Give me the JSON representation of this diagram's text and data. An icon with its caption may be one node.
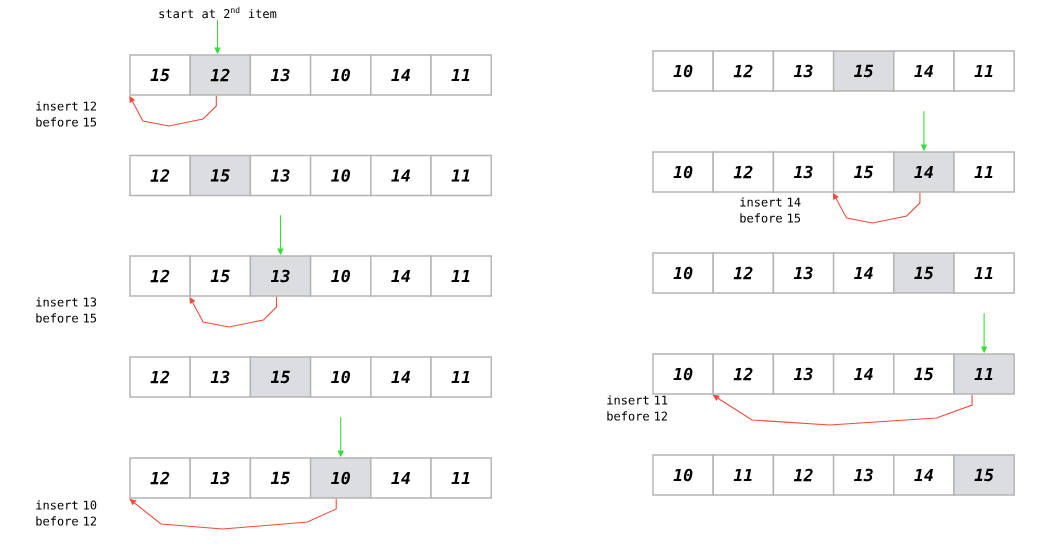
{
  "diagram": {
    "nodes": [
      {
        "text": [
          "start at 2$^{nd}$ item"
        ]
      },
      {
        "text": [
          "15"
        ]
      },
      {
        "text": [
          "12"
        ]
      },
      {
        "text": [
          "13"
        ]
      },
      {
        "text": [
          "10"
        ]
      },
      {
        "text": [
          "14"
        ]
      },
      {
        "text": [
          "11"
        ]
      },
      {
        "text": [
          "12"
        ]
      },
      {
        "text": [
          "15"
        ]
      },
      {
        "text": [
          "13"
        ]
      },
      {
        "text": [
          "10"
        ]
      },
      {
        "text": [
          "14"
        ]
      },
      {
        "text": [
          "11"
        ]
      },
      {
        "text": [
          "12"
        ]
      },
      {
        "text": [
          "15"
        ]
      },
      {
        "text": [
          "13"
        ]
      },
      {
        "text": [
          "10"
        ]
      },
      {
        "text": [
          "14"
        ]
      },
      {
        "text": [
          "11"
        ]
      },
      {
        "text": [
          "12"
        ]
      },
      {
        "text": [
          "13"
        ]
      },
      {
        "text": [
          "15"
        ]
      },
      {
        "text": [
          "10"
        ]
      },
      {
        "text": [
          "14"
        ]
      },
      {
        "text": [
          "11"
        ]
      },
      {
        "text": [
          "12"
        ]
      },
      {
        "text": [
          "13"
        ]
      },
      {
        "text": [
          "15"
        ]
      },
      {
        "text": [
          "10"
        ]
      },
      {
        "text": [
          "14"
        ]
      },
      {
        "text": [
          "11"
        ]
      },
      {
        "text": [
          "10"
        ]
      },
      {
        "text": [
          "12"
        ]
      },
      {
        "text": [
          "13"
        ]
      },
      {
        "text": [
          "15"
        ]
      },
      {
        "text": [
          "14"
        ]
      },
      {
        "text": [
          "11"
        ]
      },
      {
        "text": [
          "10"
        ]
      },
      {
        "text": [
          "12"
        ]
      },
      {
        "text": [
          "13"
        ]
      },
      {
        "text": [
          "15"
        ]
      },
      {
        "text": [
          "14"
        ]
      },
      {
        "text": [
          "11"
        ]
      },
      {
        "text": [
          "10"
        ]
      },
      {
        "text": [
          "12"
        ]
      },
      {
        "text": [
          "13"
        ]
      },
      {
        "text": [
          "14"
        ]
      },
      {
        "text": [
          "15"
        ]
      },
      {
        "text": [
          "11"
        ]
      },
      {
        "text": [
          "10"
        ]
      },
      {
        "text": [
          "12"
        ]
      },
      {
        "text": [
          "13"
        ]
      },
      {
        "text": [
          "14"
        ]
      },
      {
        "text": [
          "15"
        ]
      },
      {
        "text": [
          "11"
        ]
      },
      {
        "text": [
          "10"
        ]
      },
      {
        "text": [
          "11"
        ]
      },
      {
        "text": [
          "12"
        ]
      },
      {
        "text": [
          "13"
        ]
      },
      {
        "text": [
          "14"
        ]
      },
      {
        "text": [
          "15"
        ]
      }
    ],
    "edges": [
      {
        "from": 0,
        "to": 2,
        "arrow": "to",
        "color": "#33dd33"
      },
      {
        "from": 2,
        "to": 1,
        "arrow": "to",
        "color": "#f04a3a"
      },
      {
        "from": null,
        "to": 15,
        "arrow": "to",
        "color": "#33dd33"
      },
      {
        "from": 15,
        "to": 14,
        "arrow": "to",
        "color": "#f04a3a"
      },
      {
        "from": null,
        "to": 28,
        "arrow": "to",
        "color": "#33dd33"
      },
      {
        "from": 28,
        "to": 25,
        "arrow": "to",
        "color": "#f04a3a"
      },
      {
        "from": null,
        "to": 41,
        "arrow": "to",
        "color": "#33dd33"
      },
      {
        "from": 41,
        "to": 40,
        "arrow": "to",
        "color": "#f04a3a"
      },
      {
        "from": null,
        "to": 54,
        "arrow": "to",
        "color": "#33dd33"
      },
      {
        "from": 54,
        "to": 50,
        "arrow": "to",
        "color": "#f04a3a"
      }
    ],
    "labels": [
      "insert 12 before 15",
      "insert 13 before 15",
      "insert 10 before 12",
      "insert 14 before 15",
      "insert 11 before 12"
    ]
  }
}
